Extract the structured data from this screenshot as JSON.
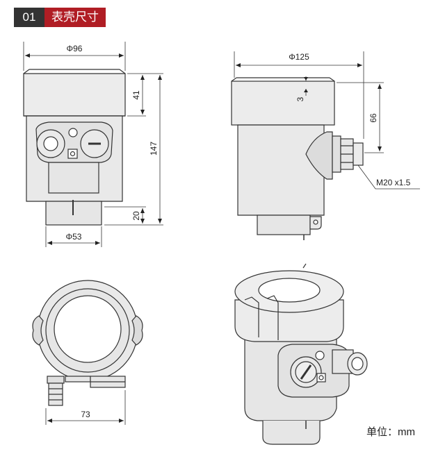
{
  "header": {
    "number": "01",
    "title": "表壳尺寸"
  },
  "front_view": {
    "width_dim": "Φ96",
    "cap_height_dim": "41",
    "total_height_dim": "147",
    "base_height_dim": "20",
    "base_width_dim": "Φ53"
  },
  "side_view": {
    "width_dim": "Φ125",
    "gap_dim": "3",
    "gland_height_dim": "66",
    "thread_label": "M20 x1.5"
  },
  "top_view": {
    "width_dim": "73"
  },
  "units": "单位：mm",
  "colors": {
    "line": "#333333",
    "fill": "#e9e9e9",
    "fill_dark": "#dcdcdc",
    "accent": "#b01d24"
  }
}
